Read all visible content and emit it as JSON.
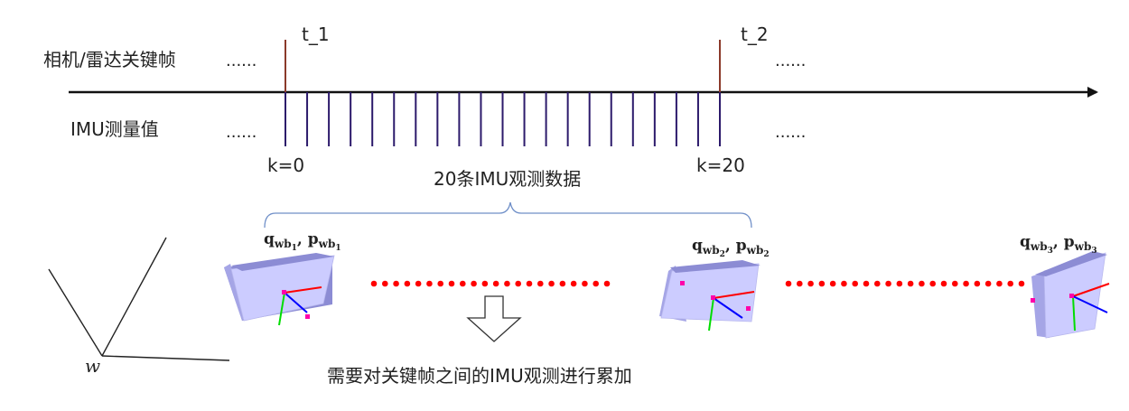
{
  "timeline": {
    "row_labels": {
      "keyframes": "相机/雷达关键帧",
      "imu": "IMU测量值"
    },
    "ellipsis": "......",
    "frame_labels": [
      "t_1",
      "t_2"
    ],
    "index_labels": [
      "k=0",
      "k=20"
    ],
    "imu_tick_count": 20,
    "brace_label": "20条IMU观测数据",
    "colors": {
      "axis": "#111111",
      "keyframe_tick": "#8b3a2a",
      "imu_tick": "#2c1a6b",
      "brace": "#6f8fc8"
    }
  },
  "world_frame": {
    "label": "w"
  },
  "poses": [
    {
      "label_base": "q",
      "label_sub": "wb",
      "index": "1",
      "label_base2": "p"
    },
    {
      "label_base": "q",
      "label_sub": "wb",
      "index": "2",
      "label_base2": "p"
    },
    {
      "label_base": "q",
      "label_sub": "wb",
      "index": "3",
      "label_base2": "p"
    }
  ],
  "dots": {
    "color": "#ff0000"
  },
  "box_colors": {
    "front": "#ccccff",
    "top": "#8c8cd4",
    "side": "#a5a5e6"
  },
  "axis_colors": {
    "x": "#ff0000",
    "y": "#00dd00",
    "z": "#0000ff",
    "marker": "#ff00aa"
  },
  "caption": "需要对关键帧之间的IMU观测进行累加"
}
